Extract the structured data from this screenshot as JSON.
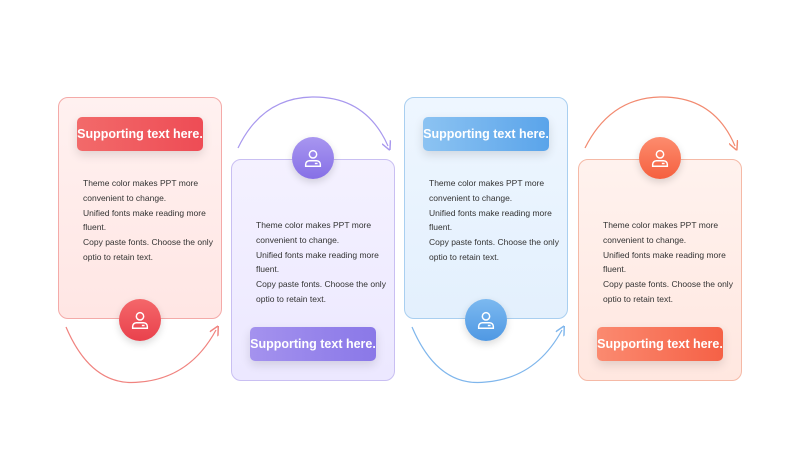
{
  "steps": [
    {
      "label": "Supporting text here.",
      "lines": [
        "Theme color makes PPT more convenient to change.",
        "Unified fonts make reading more fluent.",
        "Copy paste fonts. Choose the only optio to retain text."
      ],
      "accent": "#ee4c55",
      "icon": "user-icon"
    },
    {
      "label": "Supporting text here.",
      "lines": [
        "Theme color makes PPT more convenient to change.",
        "Unified fonts make reading more fluent.",
        "Copy paste fonts. Choose the only optio to retain text."
      ],
      "accent": "#8a78e8",
      "icon": "user-icon"
    },
    {
      "label": "Supporting text here.",
      "lines": [
        "Theme color makes PPT more convenient to change.",
        "Unified fonts make reading more fluent.",
        "Copy paste fonts. Choose the only optio to retain text."
      ],
      "accent": "#5aa4ea",
      "icon": "user-icon"
    },
    {
      "label": "Supporting text here.",
      "lines": [
        "Theme color makes PPT more convenient to change.",
        "Unified fonts make reading more fluent.",
        "Copy paste fonts. Choose the only optio to retain text."
      ],
      "accent": "#f56146",
      "icon": "user-icon"
    }
  ]
}
